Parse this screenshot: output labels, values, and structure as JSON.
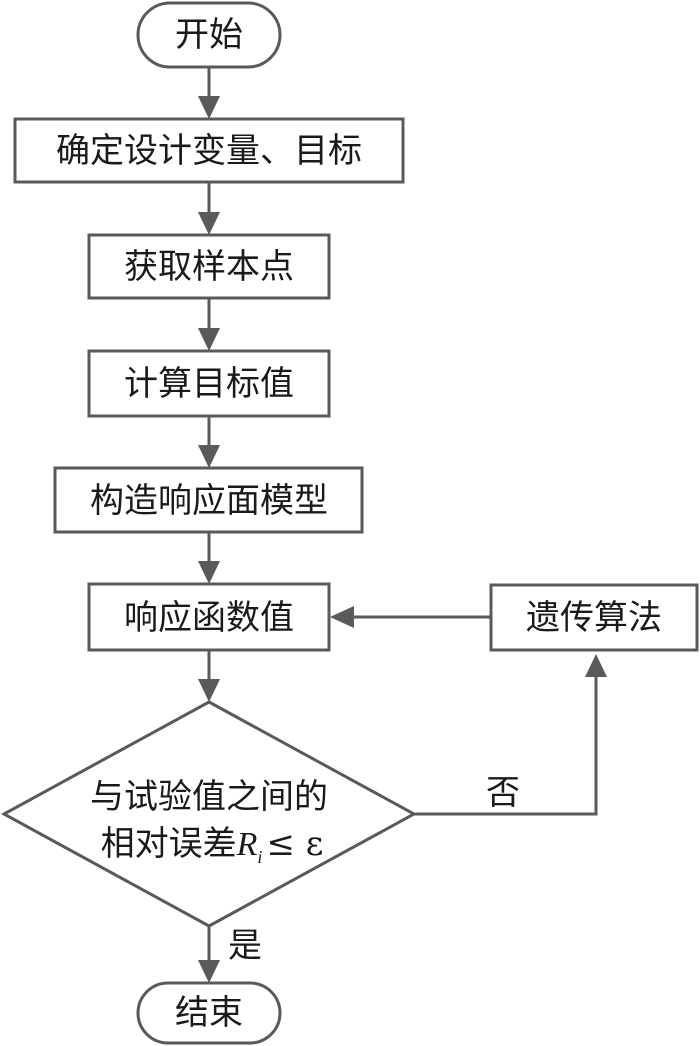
{
  "nodes": {
    "start": "开始",
    "define": "确定设计变量、目标",
    "sample": "获取样本点",
    "compute": "计算目标值",
    "build": "构造响应面模型",
    "response": "响应函数值",
    "ga": "遗传算法",
    "decision_line1": "与试验值之间的",
    "decision_line2_text": "相对误差",
    "decision_symbol": "R",
    "decision_subscript": "i",
    "decision_relation": "≤ ε",
    "end": "结束"
  },
  "edges": {
    "no_label": "否",
    "yes_label": "是"
  }
}
